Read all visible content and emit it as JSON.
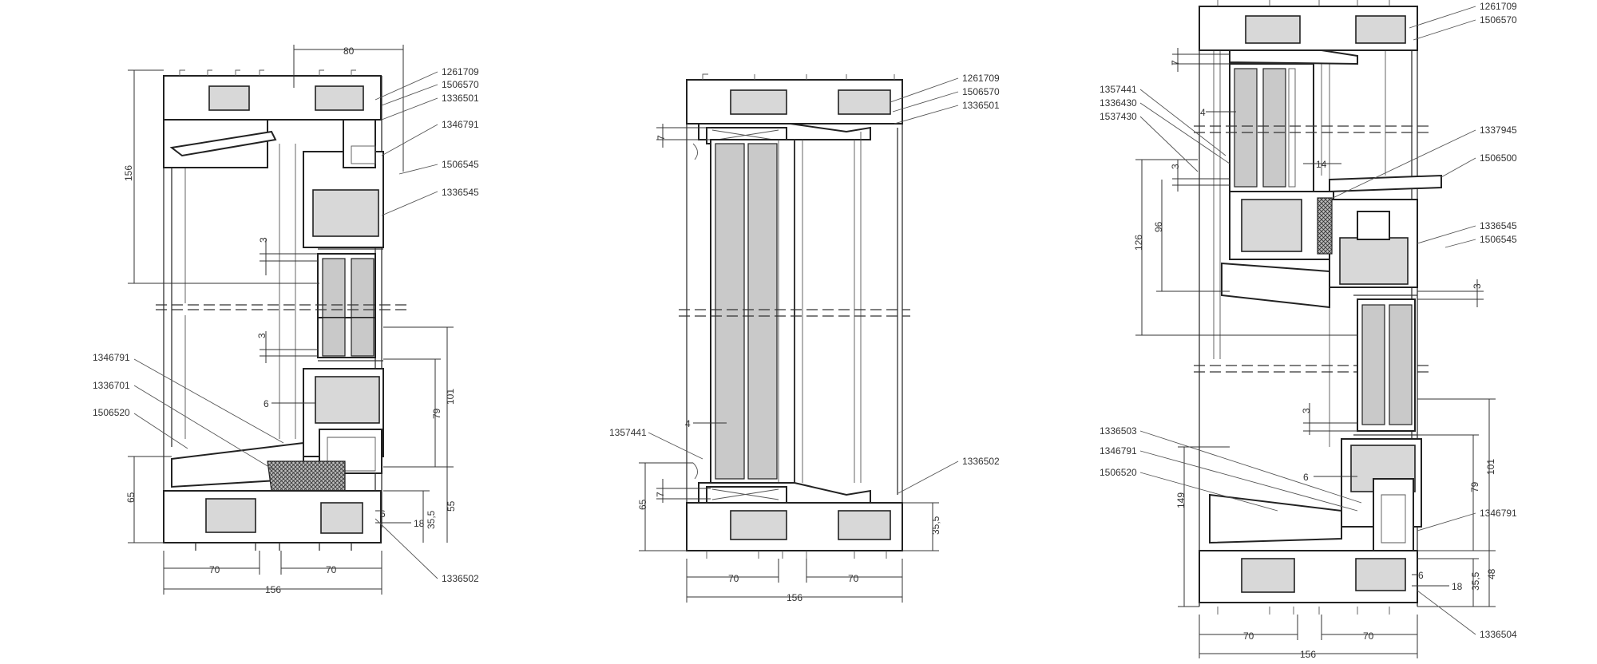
{
  "left": {
    "labels": [
      "1261709",
      "1506570",
      "1336501",
      "1346791",
      "1506545",
      "1336545",
      "1346791",
      "1336701",
      "1506520",
      "1336502"
    ],
    "dims": [
      "80",
      "156",
      "3",
      "3",
      "6",
      "101",
      "79",
      "65",
      "55",
      "35,5",
      "18",
      "6",
      "70",
      "70",
      "156"
    ]
  },
  "middle": {
    "labels": [
      "1261709",
      "1506570",
      "1336501",
      "1357441",
      "1336502"
    ],
    "dims": [
      "7",
      "4",
      "7",
      "65",
      "35,5",
      "70",
      "70",
      "156"
    ]
  },
  "right": {
    "labels": [
      "1261709",
      "1506570",
      "1357441",
      "1336430",
      "1537430",
      "1337945",
      "1506500",
      "1336545",
      "1506545",
      "1336503",
      "1346791",
      "1506520",
      "1346791",
      "1336504"
    ],
    "dims": [
      "7",
      "4",
      "3",
      "14",
      "96",
      "126",
      "3",
      "3",
      "6",
      "101",
      "79",
      "149",
      "48",
      "35,5",
      "18",
      "6",
      "70",
      "70",
      "156"
    ]
  }
}
